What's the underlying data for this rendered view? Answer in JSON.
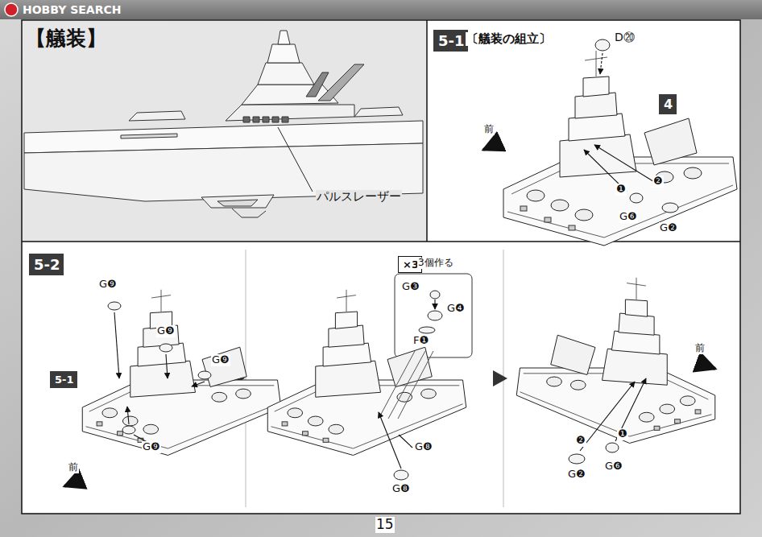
{
  "diagram": {
    "title": "【艤装】",
    "nodes": [
      {
        "text": [
          "5-1"
        ]
      },
      {
        "text": [
          "4"
        ]
      },
      {
        "text": [
          "5-2"
        ]
      },
      {
        "text": [
          "5-1"
        ]
      },
      {
        "text": [
          "×3"
        ]
      }
    ],
    "labels": [
      "HOBBY SEARCH",
      "パルスレーザー",
      "〔艤装の組立〕",
      "D⑳",
      "前",
      "❶",
      "❷",
      "G❻",
      "G❷",
      "G❾",
      "G❾",
      "G❾",
      "G❾",
      "前",
      "3個作る",
      "G❸",
      "G❹",
      "F❶",
      "G❽",
      "G❽",
      "前",
      "❷",
      "❶",
      "G❷",
      "G❻",
      "15"
    ]
  }
}
